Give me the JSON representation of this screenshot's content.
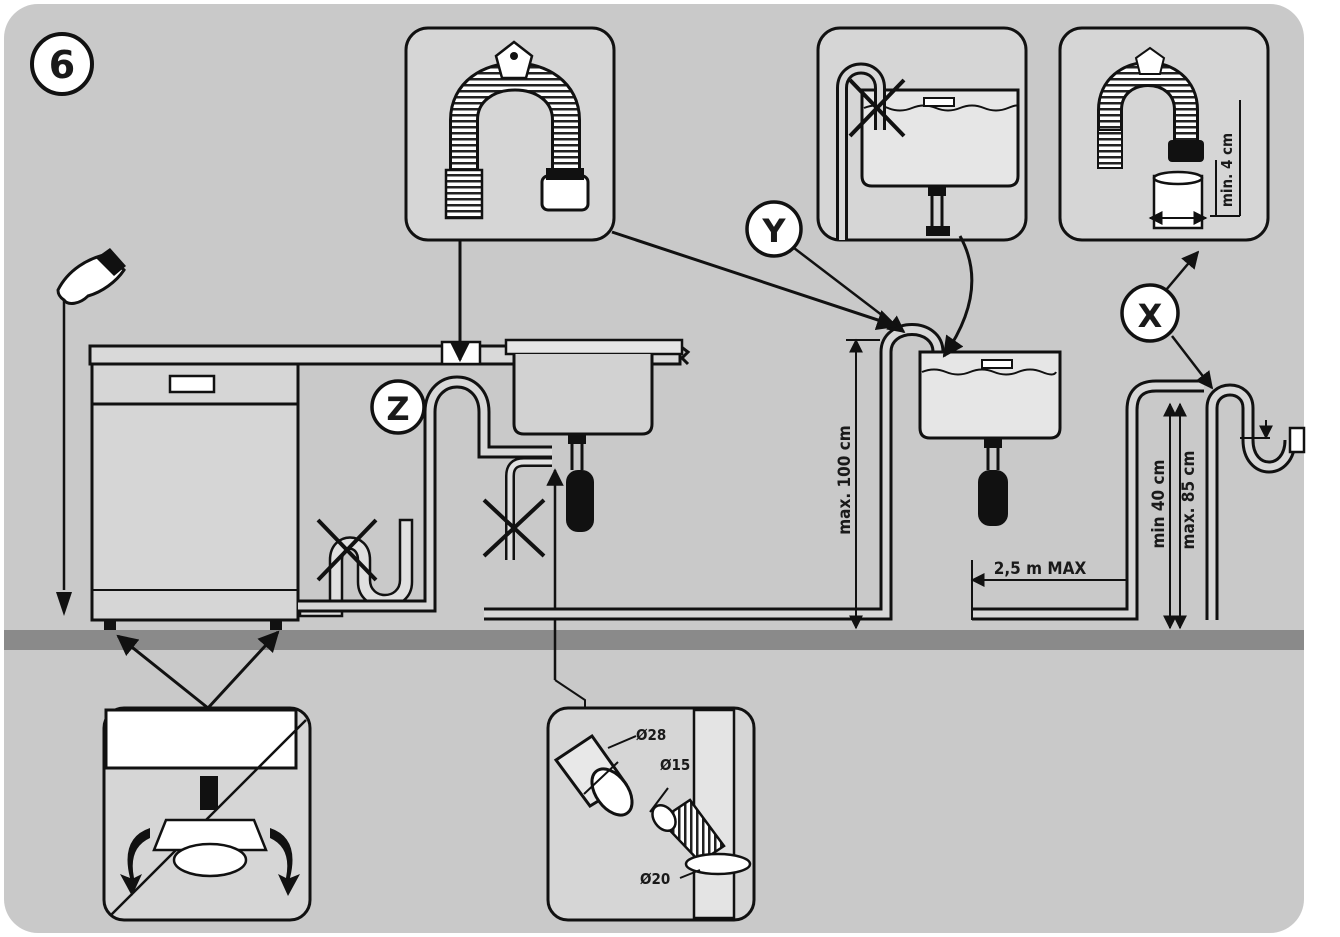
{
  "figure": {
    "step_number": "6",
    "callouts": {
      "z": "Z",
      "y": "Y",
      "x": "X"
    },
    "measurements": {
      "max_100": "max. 100 cm",
      "min_40": "min 40 cm",
      "max_85": "max. 85 cm",
      "min_4": "min. 4 cm",
      "run_max": "2,5 m MAX",
      "d28": "Ø28",
      "d15": "Ø15",
      "d20": "Ø20"
    }
  }
}
